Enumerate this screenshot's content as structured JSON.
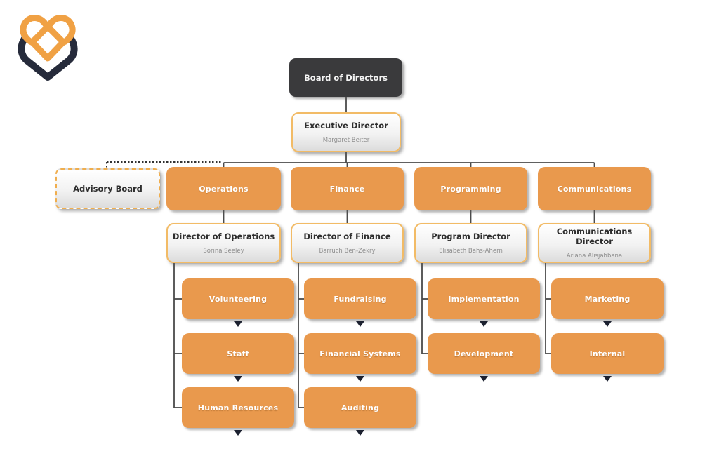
{
  "colors": {
    "box_orange": "#E9994D",
    "box_dark": "#3A3A3C",
    "light_border_gold": "#F2BB66",
    "advisory_dashed_border": "#F0AE4E",
    "connector_line": "#4A4A4A",
    "expand_arrow": "#1C2130",
    "logo_orange": "#F0A144",
    "logo_navy": "#262B3B"
  },
  "logo": {
    "icon": "heart-chevron-logo"
  },
  "nodes": {
    "board": {
      "title": "Board of Directors"
    },
    "executive": {
      "title": "Executive Director",
      "person": "Margaret Beiter"
    },
    "advisory": {
      "title": "Advisory Board"
    },
    "departments": [
      {
        "label": "Operations",
        "director": {
          "title": "Director of Operations",
          "person": "Sorina Seeley"
        },
        "children": [
          {
            "label": "Volunteering"
          },
          {
            "label": "Staff"
          },
          {
            "label": "Human Resources"
          }
        ]
      },
      {
        "label": "Finance",
        "director": {
          "title": "Director of Finance",
          "person": "Barruch Ben-Zekry"
        },
        "children": [
          {
            "label": "Fundraising"
          },
          {
            "label": "Financial Systems"
          },
          {
            "label": "Auditing"
          }
        ]
      },
      {
        "label": "Programming",
        "director": {
          "title": "Program Director",
          "person": "Elisabeth Bahs-Ahern"
        },
        "children": [
          {
            "label": "Implementation"
          },
          {
            "label": "Development"
          }
        ]
      },
      {
        "label": "Communications",
        "director": {
          "title": "Communications Director",
          "person": "Ariana Alisjahbana"
        },
        "children": [
          {
            "label": "Marketing"
          },
          {
            "label": "Internal"
          }
        ]
      }
    ]
  }
}
